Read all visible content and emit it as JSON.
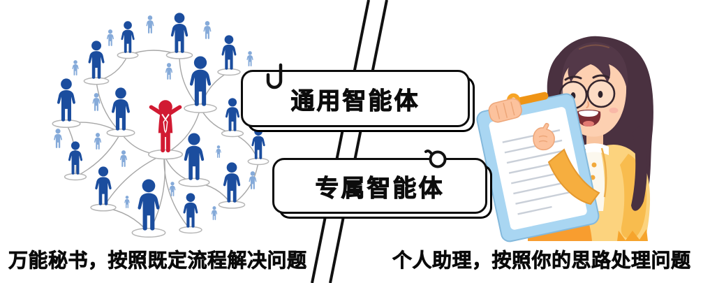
{
  "labels": {
    "general": {
      "text": "通用智能体"
    },
    "dedicated": {
      "text": "专属智能体"
    }
  },
  "captions": {
    "left": "万能秘书，按照既定流程解决问题",
    "right": "个人助理，按照你的思路处理问题"
  },
  "divider": {
    "color": "#111111",
    "stroke_width": 4,
    "lines": [
      [
        528,
        0,
        447,
        405
      ],
      [
        554,
        0,
        473,
        405
      ]
    ]
  },
  "illustration": {
    "network": {
      "palette": {
        "dark": "#1b4d9e",
        "light": "#85aad9",
        "red": "#d11a32",
        "connector": "#a6a6a6",
        "platform": "#b5b5b5"
      },
      "figures": [
        [
          183,
          30,
          46,
          "d",
          1
        ],
        [
          215,
          22,
          26,
          "l",
          0
        ],
        [
          257,
          18,
          58,
          "d",
          1
        ],
        [
          297,
          30,
          26,
          "l",
          0
        ],
        [
          158,
          42,
          24,
          "l",
          0
        ],
        [
          138,
          58,
          55,
          "d",
          1
        ],
        [
          328,
          50,
          50,
          "d",
          1
        ],
        [
          358,
          73,
          22,
          "l",
          0
        ],
        [
          108,
          86,
          22,
          "l",
          0
        ],
        [
          95,
          112,
          62,
          "d",
          1
        ],
        [
          287,
          80,
          72,
          "d",
          1
        ],
        [
          242,
          90,
          24,
          "l",
          0
        ],
        [
          173,
          125,
          62,
          "d",
          1
        ],
        [
          138,
          133,
          26,
          "l",
          0
        ],
        [
          333,
          140,
          48,
          "d",
          1
        ],
        [
          370,
          182,
          46,
          "d",
          1
        ],
        [
          83,
          184,
          28,
          "l",
          0
        ],
        [
          140,
          190,
          24,
          "l",
          0
        ],
        [
          108,
          202,
          48,
          "d",
          1
        ],
        [
          177,
          215,
          24,
          "l",
          0
        ],
        [
          278,
          190,
          68,
          "d",
          1
        ],
        [
          313,
          208,
          18,
          "l",
          0
        ],
        [
          237,
          142,
          76,
          "r",
          1
        ],
        [
          148,
          238,
          56,
          "d",
          1
        ],
        [
          332,
          232,
          58,
          "d",
          1
        ],
        [
          362,
          245,
          26,
          "l",
          0
        ],
        [
          182,
          280,
          18,
          "l",
          0
        ],
        [
          213,
          256,
          74,
          "d",
          1
        ],
        [
          247,
          260,
          21,
          "l",
          0
        ],
        [
          273,
          276,
          50,
          "d",
          1
        ],
        [
          307,
          295,
          20,
          "l",
          0
        ]
      ],
      "edges": [
        [
          173,
          190,
          138,
          116,
          -7
        ],
        [
          173,
          190,
          95,
          177,
          7
        ],
        [
          173,
          190,
          235,
          221,
          9
        ],
        [
          173,
          190,
          108,
          253,
          -7
        ],
        [
          138,
          116,
          183,
          79,
          7
        ],
        [
          183,
          79,
          257,
          79,
          -7
        ],
        [
          257,
          79,
          287,
          155,
          8
        ],
        [
          287,
          155,
          328,
          103,
          -7
        ],
        [
          287,
          155,
          235,
          221,
          -9
        ],
        [
          287,
          155,
          333,
          191,
          6
        ],
        [
          333,
          191,
          370,
          231,
          -6
        ],
        [
          235,
          221,
          278,
          261,
          7
        ],
        [
          235,
          221,
          213,
          333,
          -9
        ],
        [
          235,
          221,
          273,
          329,
          11
        ],
        [
          235,
          221,
          148,
          297,
          9
        ],
        [
          278,
          261,
          332,
          293,
          -7
        ],
        [
          332,
          293,
          370,
          231,
          8
        ],
        [
          148,
          297,
          213,
          333,
          -7
        ],
        [
          108,
          253,
          95,
          177,
          6
        ]
      ]
    },
    "woman": {
      "palette": {
        "hair": "#4a3140",
        "skin": "#fdd0b1",
        "jacket": "#fcd37e",
        "sleeve": "#f6ae3f",
        "board": "#a9d6f2",
        "clip": "#f7a425"
      }
    }
  }
}
